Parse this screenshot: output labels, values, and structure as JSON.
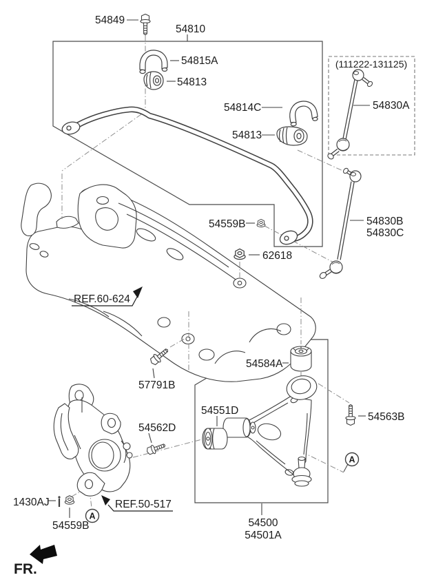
{
  "figure": {
    "fr_label": "FR.",
    "detail_marker": "A",
    "date_range": "(111222-131125)"
  },
  "parts": {
    "bolt_54849": "54849",
    "bar_assy_54810": "54810",
    "bracket_54815A": "54815A",
    "bushing_54813": "54813",
    "bracket_54814C": "54814C",
    "link_54830A": "54830A",
    "link_54830B": "54830B",
    "link_54830C": "54830C",
    "nut_54559B": "54559B",
    "nut_62618": "62618",
    "bolt_57791B": "57791B",
    "bushing_54584A": "54584A",
    "bushing_54551D": "54551D",
    "bolt_54562D": "54562D",
    "bolt_54563B": "54563B",
    "pin_1430AJ": "1430AJ",
    "arm_54500": "54500",
    "arm_54501A": "54501A"
  },
  "refs": {
    "crossmember": "REF.60-624",
    "knuckle": "REF.50-517"
  }
}
